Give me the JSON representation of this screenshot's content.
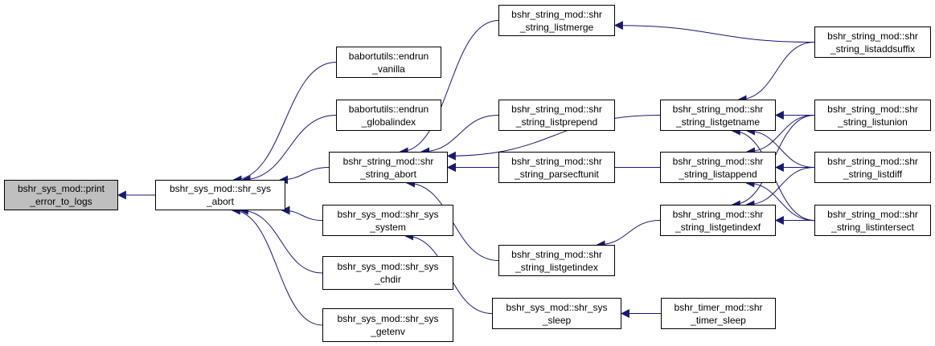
{
  "nodes": {
    "print_error": {
      "line1": "bshr_sys_mod::print",
      "line2": "_error_to_logs"
    },
    "sys_abort": {
      "line1": "bshr_sys_mod::shr_sys",
      "line2": "_abort"
    },
    "endrun_vanilla": {
      "line1": "babortutils::endrun",
      "line2": "_vanilla"
    },
    "endrun_globalindex": {
      "line1": "babortutils::endrun",
      "line2": "_globalindex"
    },
    "string_abort": {
      "line1": "bshr_string_mod::shr",
      "line2": "_string_abort"
    },
    "sys_system": {
      "line1": "bshr_sys_mod::shr_sys",
      "line2": "_system"
    },
    "sys_chdir": {
      "line1": "bshr_sys_mod::shr_sys",
      "line2": "_chdir"
    },
    "sys_getenv": {
      "line1": "bshr_sys_mod::shr_sys",
      "line2": "_getenv"
    },
    "listmerge": {
      "line1": "bshr_string_mod::shr",
      "line2": "_string_listmerge"
    },
    "listprepend": {
      "line1": "bshr_string_mod::shr",
      "line2": "_string_listprepend"
    },
    "parsecftunit": {
      "line1": "bshr_string_mod::shr",
      "line2": "_string_parsecftunit"
    },
    "listgetindex": {
      "line1": "bshr_string_mod::shr",
      "line2": "_string_listgetindex"
    },
    "sys_sleep": {
      "line1": "bshr_sys_mod::shr_sys",
      "line2": "_sleep"
    },
    "listgetname": {
      "line1": "bshr_string_mod::shr",
      "line2": "_string_listgetname"
    },
    "listappend": {
      "line1": "bshr_string_mod::shr",
      "line2": "_string_listappend"
    },
    "listgetindexf": {
      "line1": "bshr_string_mod::shr",
      "line2": "_string_listgetindexf"
    },
    "timer_sleep": {
      "line1": "bshr_timer_mod::shr",
      "line2": "_timer_sleep"
    },
    "listaddsuffix": {
      "line1": "bshr_string_mod::shr",
      "line2": "_string_listaddsuffix"
    },
    "listunion": {
      "line1": "bshr_string_mod::shr",
      "line2": "_string_listunion"
    },
    "listdiff": {
      "line1": "bshr_string_mod::shr",
      "line2": "_string_listdiff"
    },
    "listintersect": {
      "line1": "bshr_string_mod::shr",
      "line2": "_string_listintersect"
    }
  },
  "edges": [
    {
      "from": "sys_abort",
      "to": "print_error"
    },
    {
      "from": "endrun_vanilla",
      "to": "sys_abort"
    },
    {
      "from": "endrun_globalindex",
      "to": "sys_abort"
    },
    {
      "from": "string_abort",
      "to": "sys_abort"
    },
    {
      "from": "sys_system",
      "to": "sys_abort"
    },
    {
      "from": "sys_chdir",
      "to": "sys_abort"
    },
    {
      "from": "sys_getenv",
      "to": "sys_abort"
    },
    {
      "from": "listmerge",
      "to": "string_abort"
    },
    {
      "from": "listprepend",
      "to": "string_abort"
    },
    {
      "from": "parsecftunit",
      "to": "string_abort"
    },
    {
      "from": "listgetindex",
      "to": "string_abort"
    },
    {
      "from": "listgetname",
      "to": "string_abort"
    },
    {
      "from": "listappend",
      "to": "string_abort"
    },
    {
      "from": "sys_sleep",
      "to": "sys_system"
    },
    {
      "from": "timer_sleep",
      "to": "sys_sleep"
    },
    {
      "from": "listgetindexf",
      "to": "listgetindex"
    },
    {
      "from": "listaddsuffix",
      "to": "listmerge"
    },
    {
      "from": "listaddsuffix",
      "to": "listgetname"
    },
    {
      "from": "listunion",
      "to": "listgetname"
    },
    {
      "from": "listdiff",
      "to": "listgetname"
    },
    {
      "from": "listintersect",
      "to": "listgetname"
    },
    {
      "from": "listunion",
      "to": "listappend"
    },
    {
      "from": "listdiff",
      "to": "listappend"
    },
    {
      "from": "listintersect",
      "to": "listappend"
    },
    {
      "from": "listunion",
      "to": "listgetindexf"
    },
    {
      "from": "listdiff",
      "to": "listgetindexf"
    },
    {
      "from": "listintersect",
      "to": "listgetindexf"
    }
  ],
  "colors": {
    "edge": "#191970",
    "root_fill": "#bfbfbf",
    "node_fill": "#ffffff",
    "border": "#000000"
  }
}
